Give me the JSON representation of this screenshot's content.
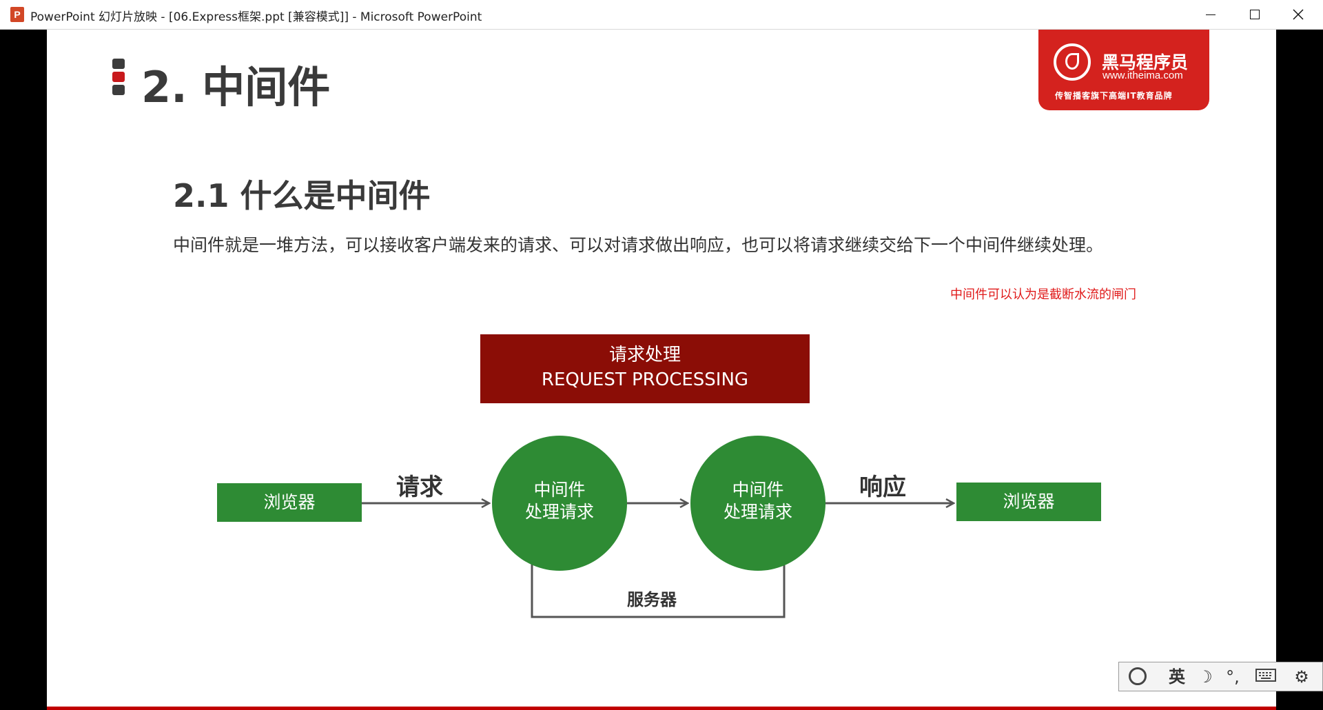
{
  "window": {
    "app_icon": "P",
    "title": "PowerPoint 幻灯片放映 - [06.Express框架.ppt [兼容模式]] - Microsoft PowerPoint",
    "controls": [
      "minimize-icon",
      "maximize-icon",
      "close-icon"
    ]
  },
  "slide": {
    "title": "2. 中间件",
    "logo": {
      "name": "黑马程序员",
      "url": "www.itheima.com",
      "slogan": "传智播客旗下高端IT教育品牌"
    },
    "subtitle": "2.1 什么是中间件",
    "body": "中间件就是一堆方法，可以接收客户端发来的请求、可以对请求做出响应，也可以将请求继续交给下一个中间件继续处理。",
    "note": "中间件可以认为是截断水流的闸门",
    "diagram": {
      "header_cn": "请求处理",
      "header_en": "REQUEST  PROCESSING",
      "browser_left": "浏览器",
      "request_label": "请求",
      "middleware_1_line1": "中间件",
      "middleware_1_line2": "处理请求",
      "middleware_2_line1": "中间件",
      "middleware_2_line2": "处理请求",
      "response_label": "响应",
      "browser_right": "浏览器",
      "server_label": "服务器"
    },
    "colors": {
      "accent_red": "#c8191c",
      "box_dark_red": "#8b0d06",
      "green": "#2e8b34",
      "note_red": "#e01a1a"
    }
  },
  "ime_toolbar": {
    "lang": "英",
    "icons": [
      "sogou-logo-icon",
      "moon-icon",
      "punctuation-icon",
      "keyboard-icon",
      "settings-icon"
    ]
  }
}
